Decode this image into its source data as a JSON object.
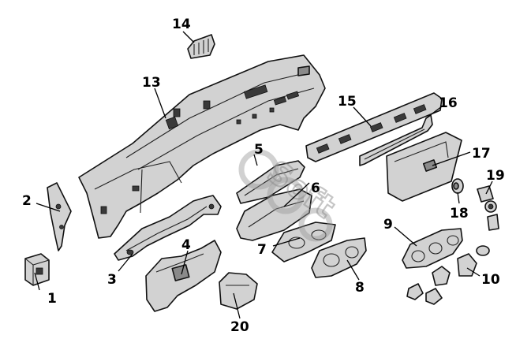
{
  "callouts": {
    "c1": "1",
    "c2": "2",
    "c3": "3",
    "c4": "4",
    "c5": "5",
    "c6": "6",
    "c7": "7",
    "c8": "8",
    "c9": "9",
    "c10": "10",
    "c13": "13",
    "c14": "14",
    "c15": "15",
    "c16": "16",
    "c17": "17",
    "c18": "18",
    "c19": "19",
    "c20": "20"
  },
  "watermark": {
    "text": "Soft"
  }
}
